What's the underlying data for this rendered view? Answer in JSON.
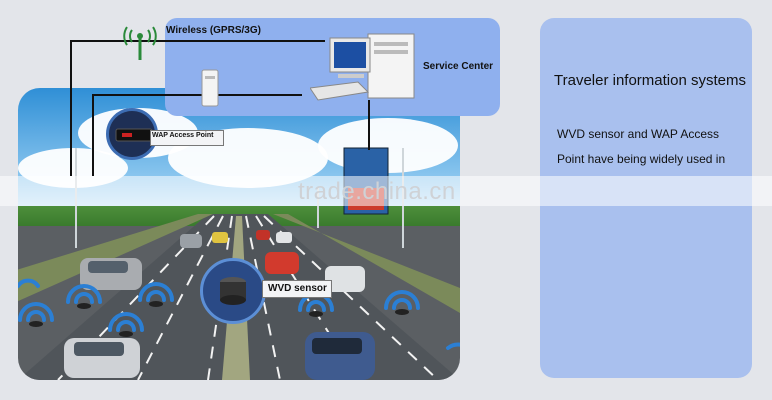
{
  "labels": {
    "wireless": "Wireless (GPRS/3G)",
    "service_center": "Service Center",
    "wap_access_point": "WAP Access Point",
    "wvd_sensor": "WVD sensor"
  },
  "side_panel": {
    "title": "Traveler information systems",
    "lines": [
      "WVD sensor and WAP Access",
      "Point  have being widely used in"
    ]
  },
  "watermark": "trade.china.cn",
  "icons": [
    "antenna-icon",
    "computer-icon",
    "router-icon",
    "access-point-icon",
    "sensor-icon",
    "wifi-signal-icon",
    "sign-board-icon",
    "car-icon"
  ],
  "colors": {
    "panel_blue": "#8fb0ee",
    "side_panel": "#a9c0ee",
    "background": "#e3e5ea"
  }
}
